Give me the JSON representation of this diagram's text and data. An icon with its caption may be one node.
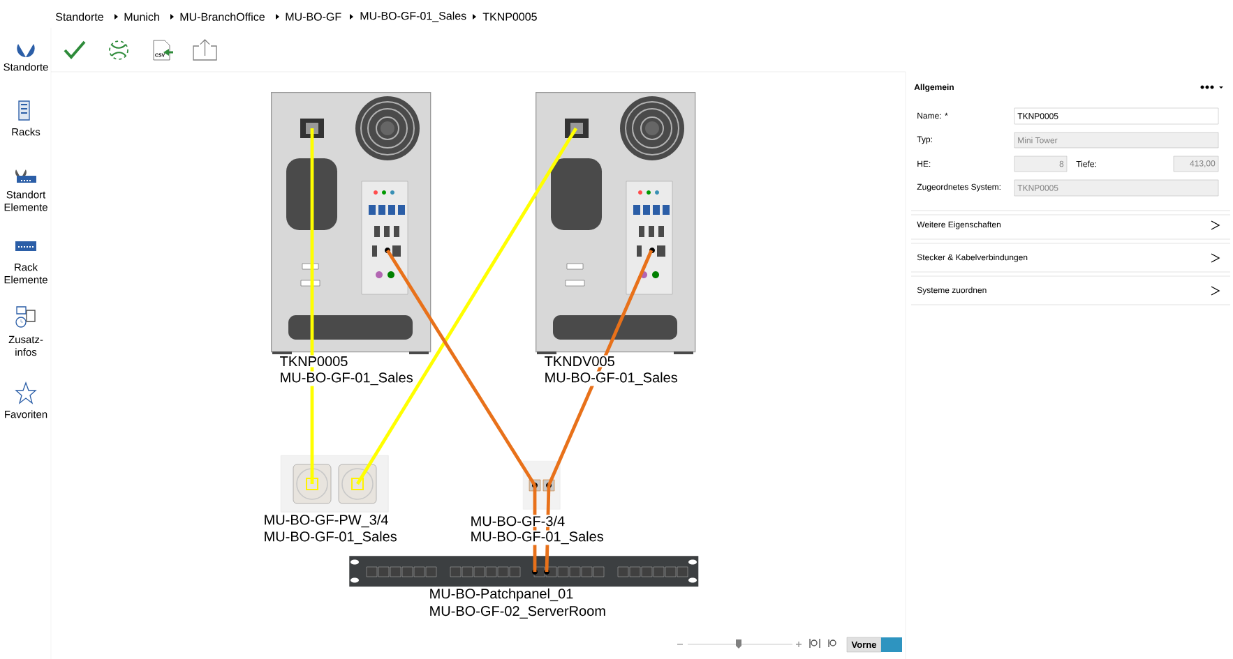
{
  "diagram": {
    "nodes": [
      {
        "text": [
          "TKNP0005",
          "MU-BO-GF-01_Sales"
        ]
      },
      {
        "text": [
          "TKNDV005",
          "MU-BO-GF-01_Sales"
        ]
      },
      {
        "text": [
          "MU-BO-GF-PW_3/4",
          "MU-BO-GF-01_Sales"
        ]
      },
      {
        "text": [
          "MU-BO-GF-3/4",
          "MU-BO-GF-01_Sales"
        ]
      },
      {
        "text": [
          "MU-BO-Patchpanel_01",
          "MU-BO-GF-02_ServerRoom"
        ]
      }
    ],
    "edges": [
      {
        "from": 0,
        "to": 2,
        "arrow": "none",
        "color": "#ffff00"
      },
      {
        "from": 1,
        "to": 2,
        "arrow": "none",
        "color": "#ffff00"
      },
      {
        "from": 0,
        "to": 3,
        "arrow": "none",
        "color": "#e8711a"
      },
      {
        "from": 1,
        "to": 3,
        "arrow": "none",
        "color": "#e8711a"
      },
      {
        "from": 3,
        "to": 4,
        "arrow": "none",
        "color": "#e8711a"
      },
      {
        "from": 3,
        "to": 4,
        "arrow": "none",
        "color": "#e8711a"
      }
    ],
    "labels": [
      "Standorte",
      "Munich",
      "MU-BranchOffice",
      "MU-BO-GF",
      "MU-BO-GF-01_Sales",
      "TKNP0005",
      "CSV",
      "Standorte",
      "Racks",
      "Standort Elemente",
      "Rack Elemente",
      "Zusatz- infos",
      "Favoriten",
      "Allgemein",
      "Name: *",
      "TKNP0005",
      "Typ:",
      "Mini Tower",
      "HE:",
      "8",
      "Tiefe:",
      "413,00",
      "Zugeordnetes System:",
      "TKNP0005",
      "Weitere Eigenschaften",
      "Stecker & Kabelverbindungen",
      "Systeme zuordnen",
      "Vorne"
    ]
  }
}
